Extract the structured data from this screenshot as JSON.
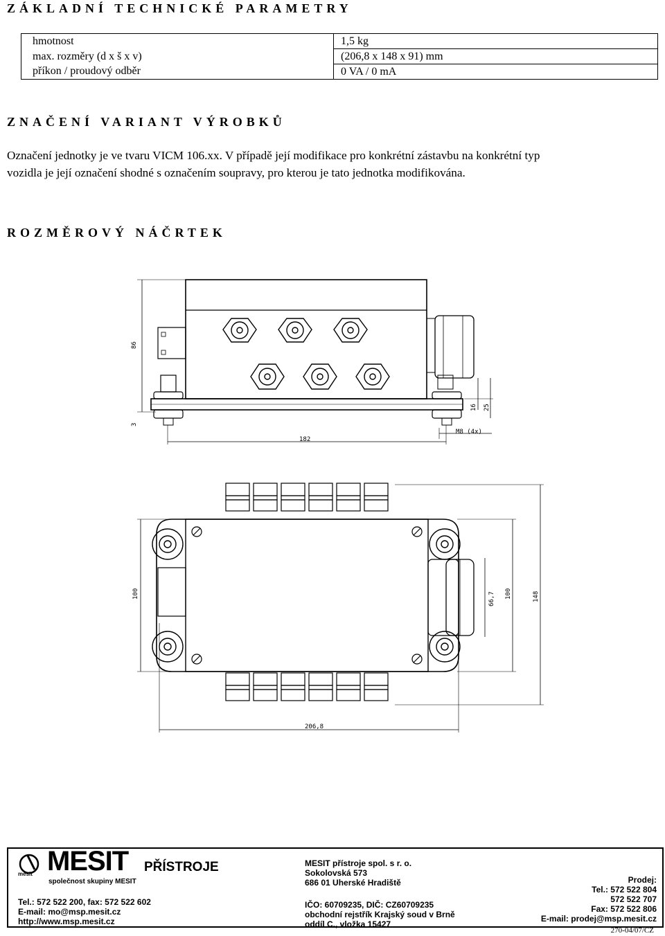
{
  "headings": {
    "params": "ZÁKLADNÍ TECHNICKÉ PARAMETRY",
    "variants": "ZNAČENÍ VARIANT VÝROBKŮ",
    "sketch": "ROZMĚROVÝ NÁČRTEK"
  },
  "params": [
    {
      "label": "hmotnost",
      "value": "1,5 kg"
    },
    {
      "label": "max. rozměry (d x š x v)",
      "value": "(206,8 x 148 x 91) mm"
    },
    {
      "label": "příkon / proudový odběr",
      "value": "0 VA / 0 mA"
    }
  ],
  "variants_text": {
    "line1": "Označení jednotky je ve tvaru VICM 106.xx. V případě její modifikace pro konkrétní zástavbu na konkrétní typ",
    "line2": "vozidla je její označení shodné s označením soupravy, pro kterou je tato jednotka modifikována."
  },
  "drawing": {
    "side_view": {
      "height": "86",
      "base": "3",
      "length": "182",
      "d16": "16",
      "d25": "25",
      "thread": "M8 (4x)"
    },
    "top_view": {
      "width_left": "100",
      "inner": "66,7",
      "inner100": "100",
      "total_width": "148",
      "length": "206,8"
    }
  },
  "footer": {
    "logo_brand": "MESIT",
    "logo_sub": "PŘÍSTROJE",
    "logo_small": "mesit",
    "tagline": "společnost skupiny MESIT",
    "contact1": "Tel.: 572 522 200, fax: 572 522 602",
    "contact2": "E-mail: mo@msp.mesit.cz",
    "contact3": "http://www.msp.mesit.cz",
    "company1": "MESIT přístroje spol. s r. o.",
    "company2": "Sokolovská 573",
    "company3": "686 01 Uherské Hradiště",
    "company4": "IČO: 60709235, DIČ: CZ60709235",
    "company5": "obchodní rejstřík Krajský soud v Brně",
    "company6": "oddíl C., vložka 15427",
    "sales_title": "Prodej:",
    "sales1": "Tel.: 572 522 804",
    "sales2": "572 522 707",
    "sales3": "Fax: 572 522 806",
    "sales4": "E-mail: prodej@msp.mesit.cz"
  },
  "doc_id": "270-04/07/CZ"
}
